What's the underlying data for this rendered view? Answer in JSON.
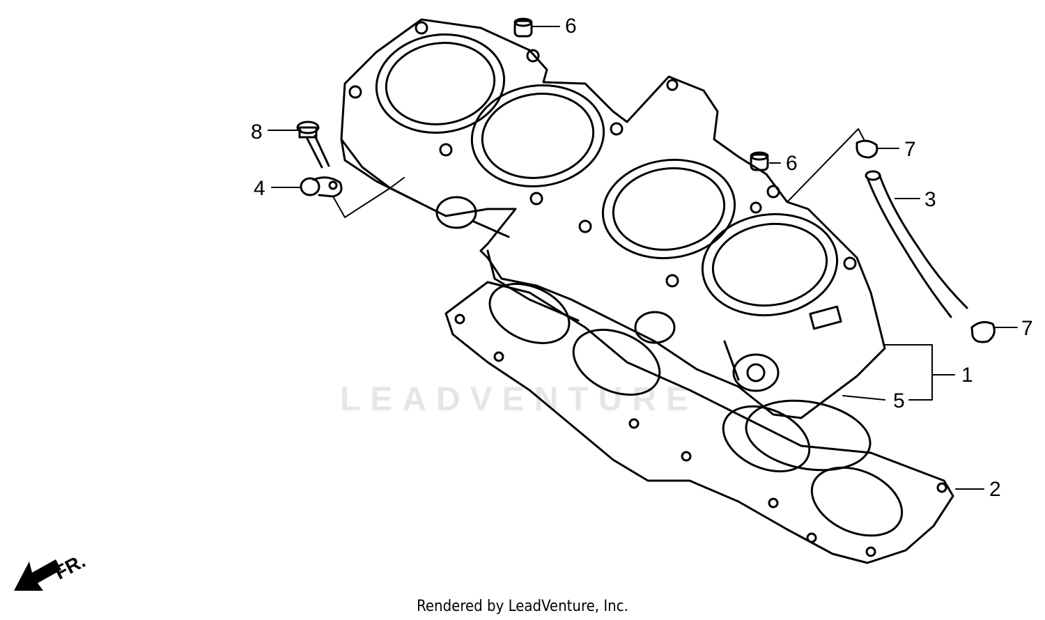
{
  "watermark": "LEADVENTURE",
  "credit": "Rendered by LeadVenture, Inc.",
  "direction_label": "FR.",
  "callouts": [
    "6",
    "8",
    "4",
    "6",
    "7",
    "3",
    "7",
    "1",
    "5",
    "2"
  ],
  "icons": {
    "direction_arrow": "arrow-down-left-icon"
  },
  "colors": {
    "line": "#000000",
    "watermark": "#e6e6e6",
    "background": "#ffffff"
  }
}
